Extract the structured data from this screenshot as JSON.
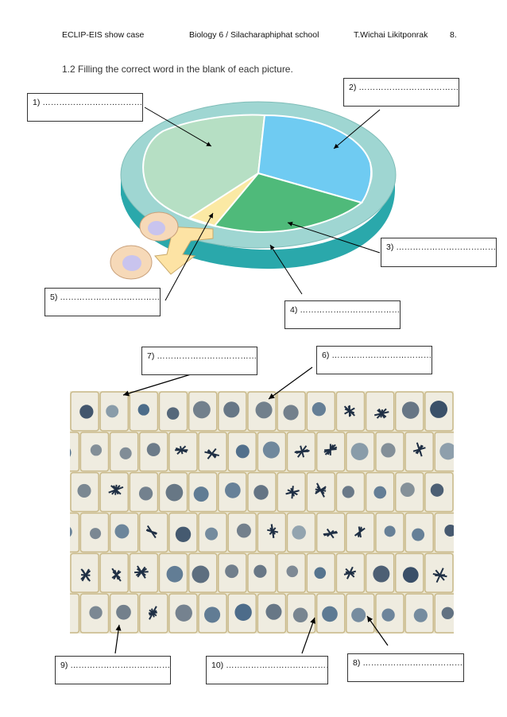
{
  "header": {
    "left": "ECLIP-EIS show case",
    "center": "Biology 6 / Silacharaphiphat school",
    "right": "T.Wichai Likitponrak",
    "page": "8."
  },
  "instruction": "1.2 Filling the correct word in the blank of each picture.",
  "blanks": [
    {
      "label": "1) ………………………………"
    },
    {
      "label": "2) ………………………………"
    },
    {
      "label": "3) ………………………………"
    },
    {
      "label": "4) ………………………………"
    },
    {
      "label": "5) ………………………………"
    },
    {
      "label": "6) ………………………………"
    },
    {
      "label": "7) ………………………………"
    },
    {
      "label": "8) ………………………………"
    },
    {
      "label": "9) ………………………………"
    },
    {
      "label": "10) ……………………………………"
    }
  ],
  "colors": {
    "ring_top": "#9fd6d2",
    "ring_side": "#2aa8ab",
    "phase_light_green": "#b6dfc4",
    "phase_blue": "#6fcbf2",
    "phase_green": "#4fba7a",
    "phase_yellow": "#fbe9a4",
    "cell_bg": "#ece8d4"
  }
}
